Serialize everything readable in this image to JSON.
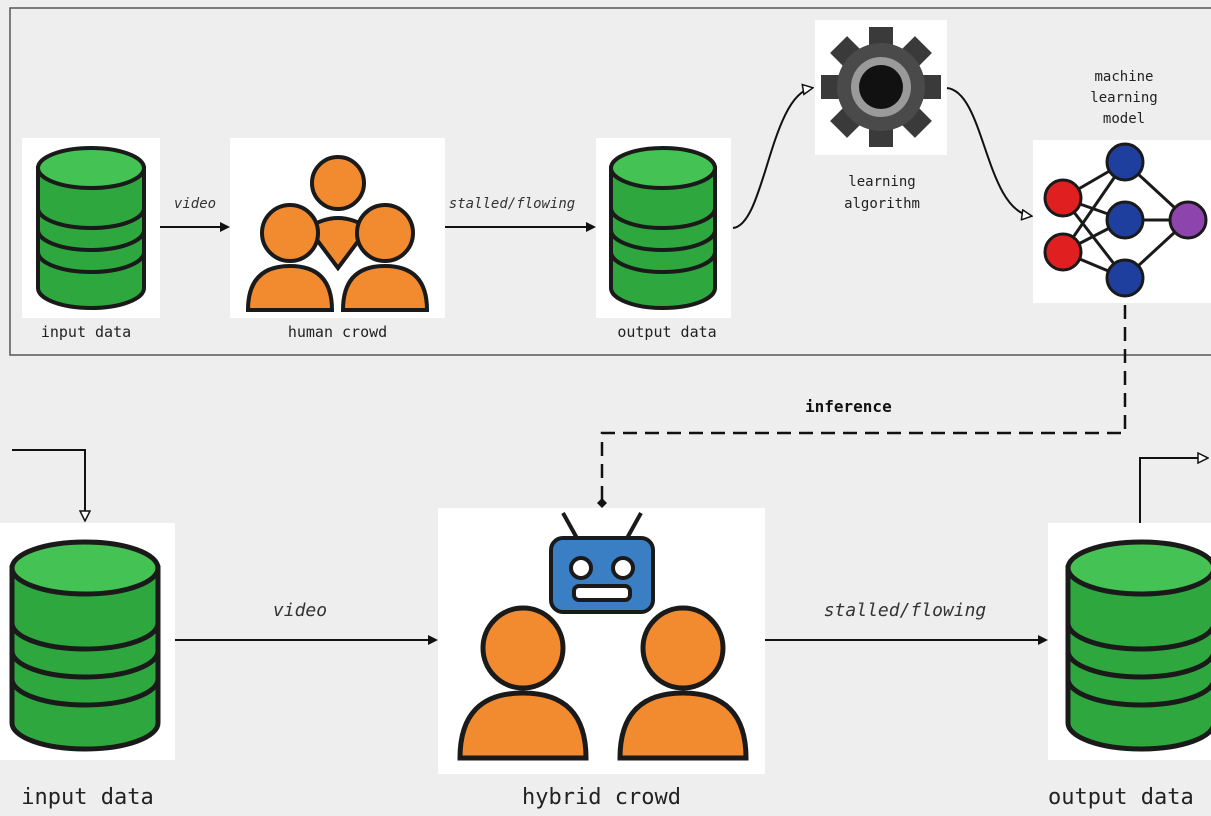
{
  "top_panel": {
    "nodes": {
      "input": "input data",
      "crowd": "human crowd",
      "output": "output data",
      "algorithm": [
        "learning",
        "algorithm"
      ],
      "model": [
        "machine",
        "learning",
        "model"
      ]
    },
    "edges": {
      "video": "video",
      "stalled": "stalled/flowing"
    }
  },
  "inference_label": "inference",
  "bottom_panel": {
    "nodes": {
      "input": "input data",
      "crowd": "hybrid crowd",
      "output": "output data"
    },
    "edges": {
      "video": "video",
      "stalled": "stalled/flowing"
    }
  },
  "colors": {
    "background": "#eeeeee",
    "panel_border": "#555555",
    "database_green": "#2ea83e",
    "person_orange": "#f28b30",
    "robot_blue": "#3a7fc4",
    "node_red": "#e02020",
    "node_blue": "#1f3f9e",
    "node_purple": "#8e44ad",
    "gear_gray": "#4a4a4a"
  }
}
